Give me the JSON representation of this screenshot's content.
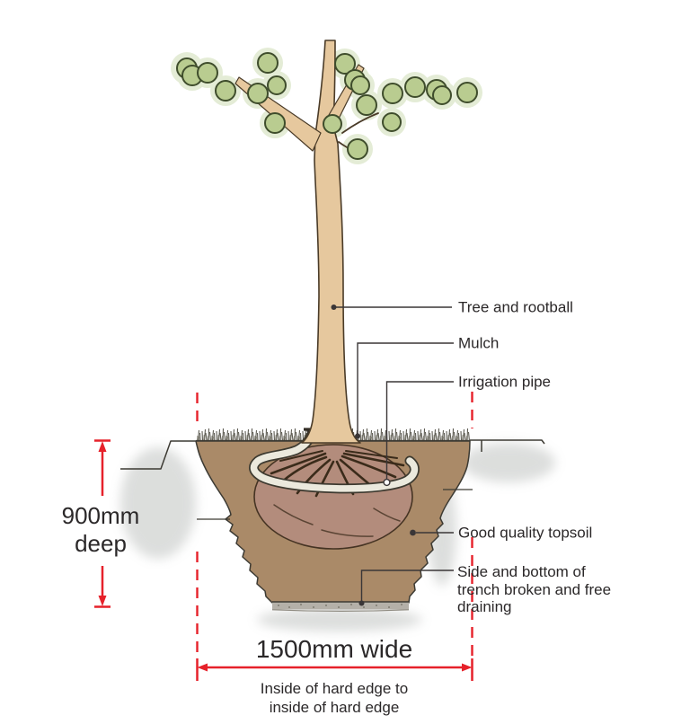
{
  "figure": {
    "background": "#ffffff",
    "ink": "#2b2829",
    "accent_red": "#e6212a",
    "colors": {
      "soil": "#aa8a68",
      "rootball": "#b38c7c",
      "trunk": "#e6c89e",
      "leaf_fill": "#b9cc90",
      "leaf_glow": "#e0e9d0",
      "pipe": "#ebe9dd",
      "gravel": "#b4b0a8",
      "grass": "#5d5b52"
    }
  },
  "labels": {
    "tree_and_rootball": "Tree and rootball",
    "mulch": "Mulch",
    "irrigation_pipe": "Irrigation pipe",
    "good_quality_topsoil": "Good quality topsoil",
    "trench_note": "Side and bottom of trench broken and free draining"
  },
  "dimensions": {
    "depth_label": "900mm deep",
    "width_label": "1500mm wide",
    "width_note": "Inside of hard edge to inside of hard edge"
  }
}
